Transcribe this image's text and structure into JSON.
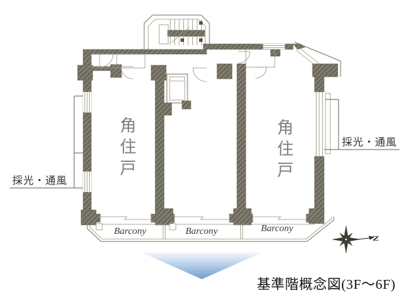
{
  "caption": "基準階概念図(3F〜6F)",
  "units": {
    "left_label": "角住戸",
    "right_label": "角住戸"
  },
  "annotations": {
    "daylight_left": "採光・通風",
    "daylight_right": "採光・通風"
  },
  "balconies": {
    "b1": "Barcony",
    "b2": "Barcony",
    "b3": "Barcony"
  },
  "compass": {
    "north": "N"
  },
  "colors": {
    "wall": "#6e6a5c",
    "plan_line": "#7d7967",
    "unit_text": "#7f7f7f",
    "annotation_text": "#2f2f2f",
    "caption_text": "#111111",
    "arrow_gradient_top": "#f4f8fc",
    "arrow_gradient_bottom": "#6f9ed1"
  }
}
